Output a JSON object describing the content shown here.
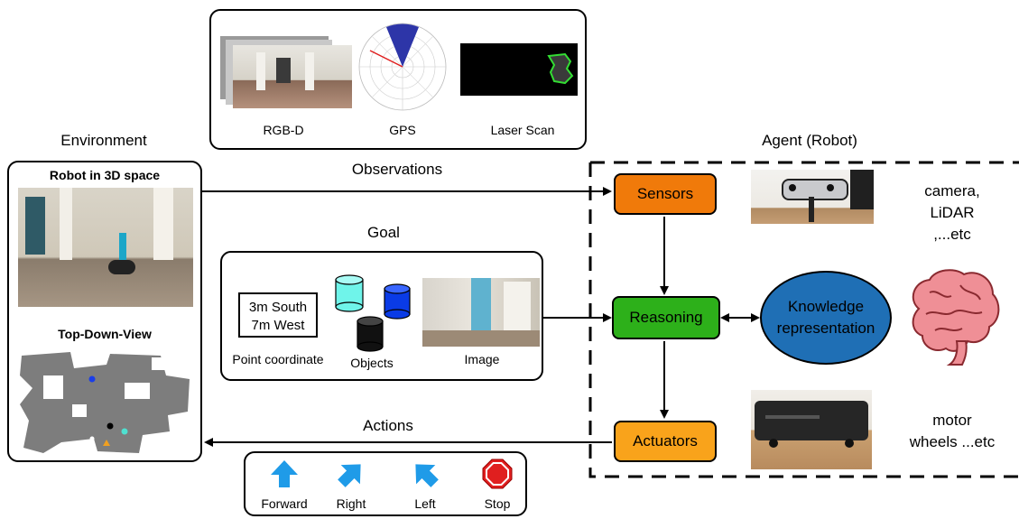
{
  "observations_panel": {
    "items": [
      {
        "label": "RGB-D",
        "icon": "rgbd-image-stack"
      },
      {
        "label": "GPS",
        "icon": "gps-polar-plot"
      },
      {
        "label": "Laser Scan",
        "icon": "laser-scan-map"
      }
    ]
  },
  "environment": {
    "title": "Environment",
    "robot_3d_label": "Robot in 3D space",
    "topdown_label": "Top-Down-View"
  },
  "agent": {
    "title": "Agent (Robot)",
    "sensors": "Sensors",
    "reasoning": "Reasoning",
    "actuators": "Actuators",
    "knowledge_line1": "Knowledge",
    "knowledge_line2": "representation",
    "sensor_examples": [
      "camera,",
      "LiDAR",
      ",...etc"
    ],
    "actuator_examples": [
      "motor",
      "wheels ...etc"
    ]
  },
  "flows": {
    "observations": "Observations",
    "goal": "Goal",
    "actions": "Actions"
  },
  "goal_panel": {
    "point_line1": "3m South",
    "point_line2": "7m West",
    "point_label": "Point coordinate",
    "objects_label": "Objects",
    "image_label": "Image"
  },
  "actions_panel": {
    "items": [
      {
        "label": "Forward",
        "icon": "arrow-up-icon"
      },
      {
        "label": "Right",
        "icon": "arrow-up-right-icon"
      },
      {
        "label": "Left",
        "icon": "arrow-up-left-icon"
      },
      {
        "label": "Stop",
        "icon": "stop-sign-icon"
      }
    ]
  },
  "colors": {
    "sensors": "#f07a0a",
    "reasoning": "#2db01a",
    "actuators": "#f9a31b",
    "knowledge": "#1f6fb5",
    "action_arrow": "#1f9be8",
    "stop": "#e01f1f",
    "cylinder_cyan": "#6ff4ea",
    "cylinder_blue": "#0a3be6",
    "cylinder_black": "#111111"
  }
}
